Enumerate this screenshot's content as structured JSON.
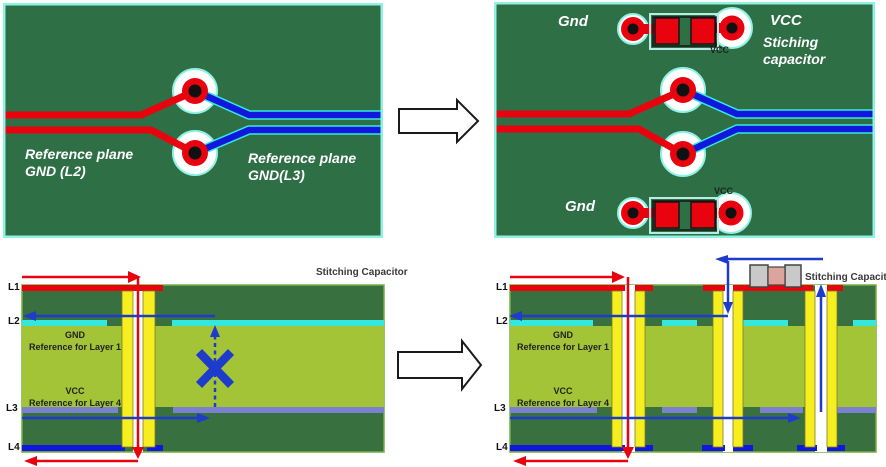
{
  "colors": {
    "pcb_green": "#2e6f46",
    "xs_green": "#38703f",
    "core_green": "#a2c436",
    "cyan": "#35e8dd",
    "border_cyan": "#8ef3e4",
    "plane_l3": "#7b80cf",
    "via_yellow": "#f6ee1e",
    "red": "#e8030f",
    "trace_blue": "#1117dd",
    "arrow_blue": "#1e3ccc",
    "pad_gray": "#c9c9c9",
    "cap_body": "#dca49c"
  },
  "top_left": {
    "ref_left_line1": "Reference plane",
    "ref_left_line2": "GND (L2)",
    "ref_right_line1": "Reference plane",
    "ref_right_line2": "GND(L3)"
  },
  "top_right": {
    "gnd_top": "Gnd",
    "gnd_bottom": "Gnd",
    "vcc": "VCC",
    "stitching_line1": "Stiching",
    "stitching_line2": "capacitor",
    "via_label_top": "VCC",
    "via_label_bottom": "VCC"
  },
  "bottom_left": {
    "layers": [
      "L1",
      "L2",
      "L3",
      "L4"
    ],
    "gnd_plane_title": "GND",
    "gnd_plane_sub": "Reference for Layer 1",
    "vcc_plane_title": "VCC",
    "vcc_plane_sub": "Reference for Layer 4",
    "stitching_label": "Stitching Capacitor"
  },
  "bottom_right": {
    "layers": [
      "L1",
      "L2",
      "L3",
      "L4"
    ],
    "gnd_plane_title": "GND",
    "gnd_plane_sub": "Reference for Layer 1",
    "vcc_plane_title": "VCC",
    "vcc_plane_sub": "Reference for Layer 4",
    "stitching_label": "Stitching Capacitor"
  }
}
